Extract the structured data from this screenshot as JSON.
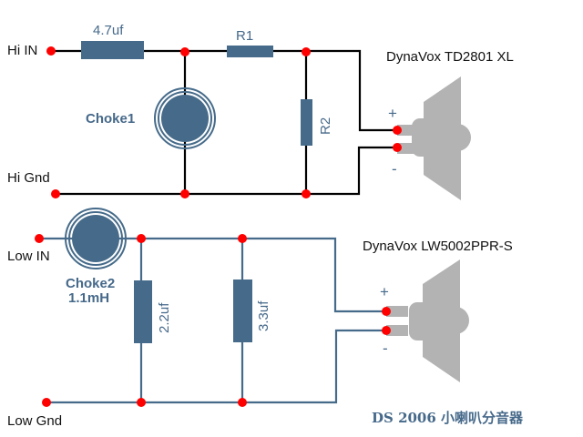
{
  "colors": {
    "component": "#466b8a",
    "wire_high": "#000000",
    "wire_low": "#466b8a",
    "node": "#ff0000",
    "speaker": "#b3b3b3"
  },
  "high_section": {
    "input_label": "Hi IN",
    "ground_label": "Hi Gnd",
    "capacitor_label": "4.7uf",
    "r1_label": "R1",
    "r2_label": "R2",
    "choke_label": "Choke1",
    "speaker_label": "DynaVox TD2801 XL",
    "plus": "+",
    "minus": "-"
  },
  "low_section": {
    "input_label": "Low IN",
    "ground_label": "Low Gnd",
    "choke_label": "Choke2",
    "choke_value": "1.1mH",
    "cap1_label": "2.2uf",
    "cap2_label": "3.3uf",
    "speaker_label": "DynaVox LW5002PPR-S",
    "plus": "+",
    "minus": "-"
  },
  "footer": "DS 2006 小喇叭分音器"
}
